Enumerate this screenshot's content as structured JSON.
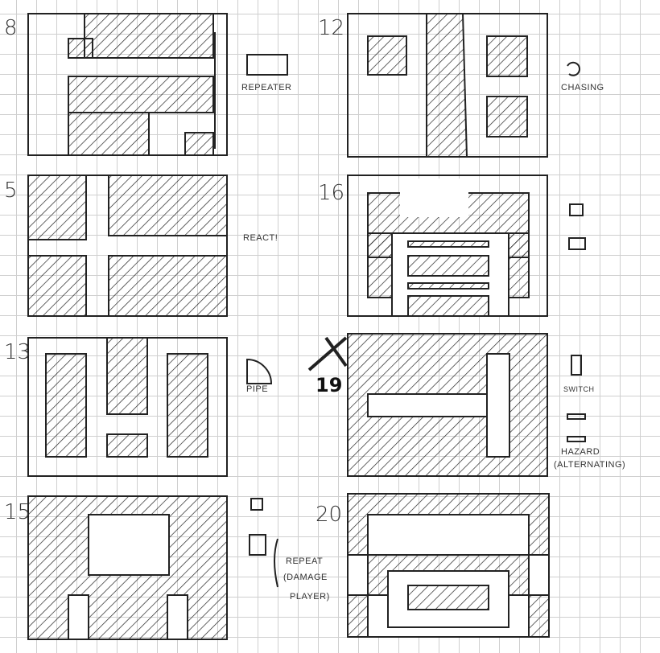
{
  "levels": [
    {
      "number": "8"
    },
    {
      "number": "5"
    },
    {
      "number": "13"
    },
    {
      "number": "15"
    },
    {
      "number": "12"
    },
    {
      "number": "16"
    },
    {
      "number": "19"
    },
    {
      "number": "20"
    }
  ],
  "legend": {
    "repeater": "REPEATER",
    "chasing": "CHASING",
    "react": "REACT!",
    "pipe": "PIPE",
    "switch": "SWITCH",
    "hazard": "HAZARD",
    "hazard_sub": "(ALTERNATING)",
    "repeat": "REPEAT",
    "repeat_sub1": "(DAMAGE",
    "repeat_sub2": "PLAYER)"
  },
  "colors": {
    "ink": "#222222",
    "grid": "#cfcfcf"
  }
}
